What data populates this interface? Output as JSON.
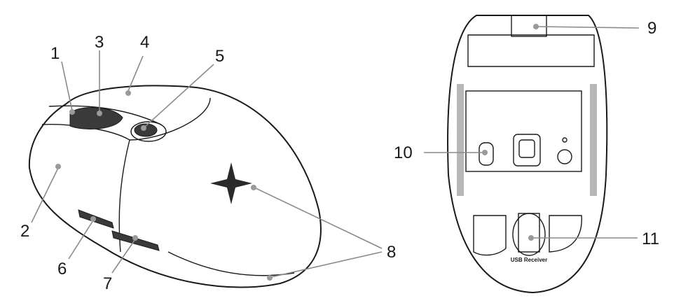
{
  "callouts": {
    "c1": "1",
    "c2": "2",
    "c3": "3",
    "c4": "4",
    "c5": "5",
    "c6": "6",
    "c7": "7",
    "c8": "8",
    "c9": "9",
    "c10": "10",
    "c11": "11"
  },
  "bottom_label": "USB Receiver",
  "colors": {
    "leader": "#8a8a8a",
    "outline": "#1a1a1a"
  }
}
